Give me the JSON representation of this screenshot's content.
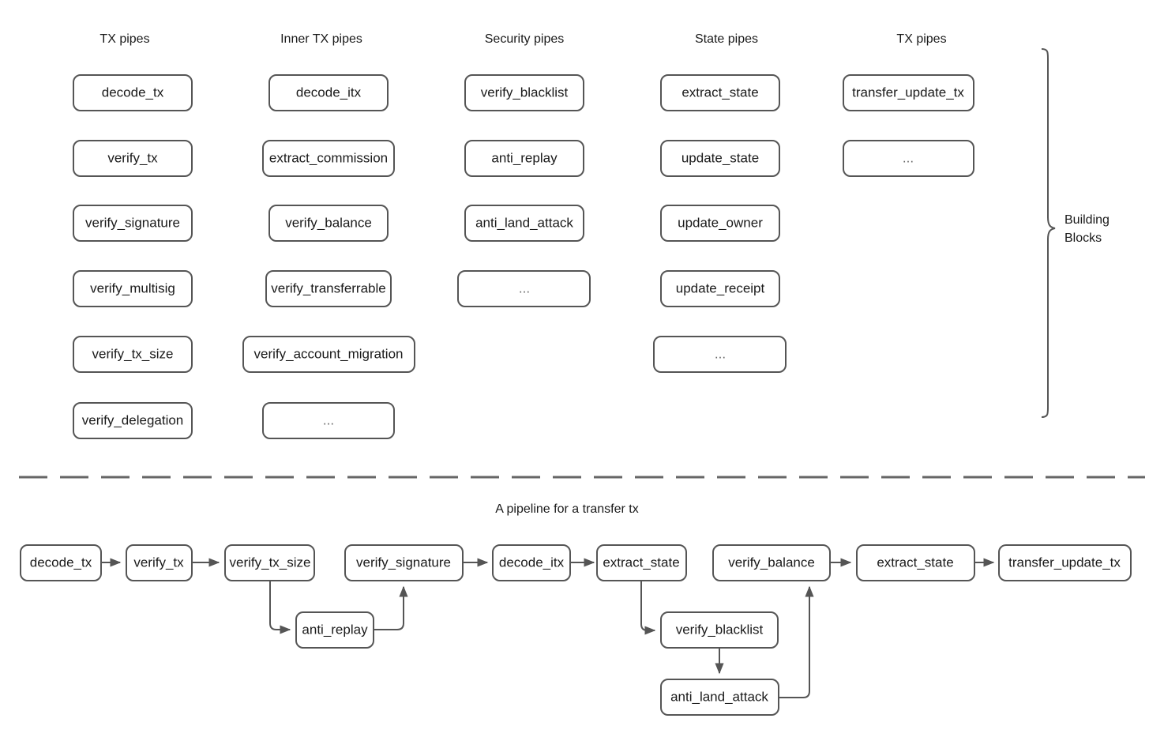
{
  "diagram": {
    "title": "Pipeline building blocks and transfer tx pipeline",
    "colors": {
      "node_border": "#555555",
      "node_fill": "#ffffff",
      "text": "#1a1a1a",
      "divider": "#666666",
      "edge": "#555555"
    },
    "brace_label_line1": "Building",
    "brace_label_line2": "Blocks",
    "pipeline_caption": "A pipeline for a transfer tx",
    "ellipsis": "...",
    "columns": [
      {
        "header": "TX pipes",
        "nodes": [
          "decode_tx",
          "verify_tx",
          "verify_signature",
          "verify_multisig",
          "verify_tx_size",
          "verify_delegation"
        ]
      },
      {
        "header": "Inner TX pipes",
        "nodes": [
          "decode_itx",
          "extract_commission",
          "verify_balance",
          "verify_transferrable",
          "verify_account_migration",
          "..."
        ]
      },
      {
        "header": "Security pipes",
        "nodes": [
          "verify_blacklist",
          "anti_replay",
          "anti_land_attack",
          "..."
        ]
      },
      {
        "header": "State pipes",
        "nodes": [
          "extract_state",
          "update_state",
          "update_owner",
          "update_receipt",
          "..."
        ]
      },
      {
        "header": "TX pipes",
        "nodes": [
          "transfer_update_tx",
          "..."
        ]
      }
    ],
    "pipeline": {
      "main_chain": [
        "decode_tx",
        "verify_tx",
        "verify_tx_size",
        "verify_signature",
        "decode_itx",
        "extract_state",
        "verify_balance",
        "extract_state",
        "transfer_update_tx"
      ],
      "branch_nodes": [
        "anti_replay",
        "verify_blacklist",
        "anti_land_attack"
      ]
    }
  }
}
